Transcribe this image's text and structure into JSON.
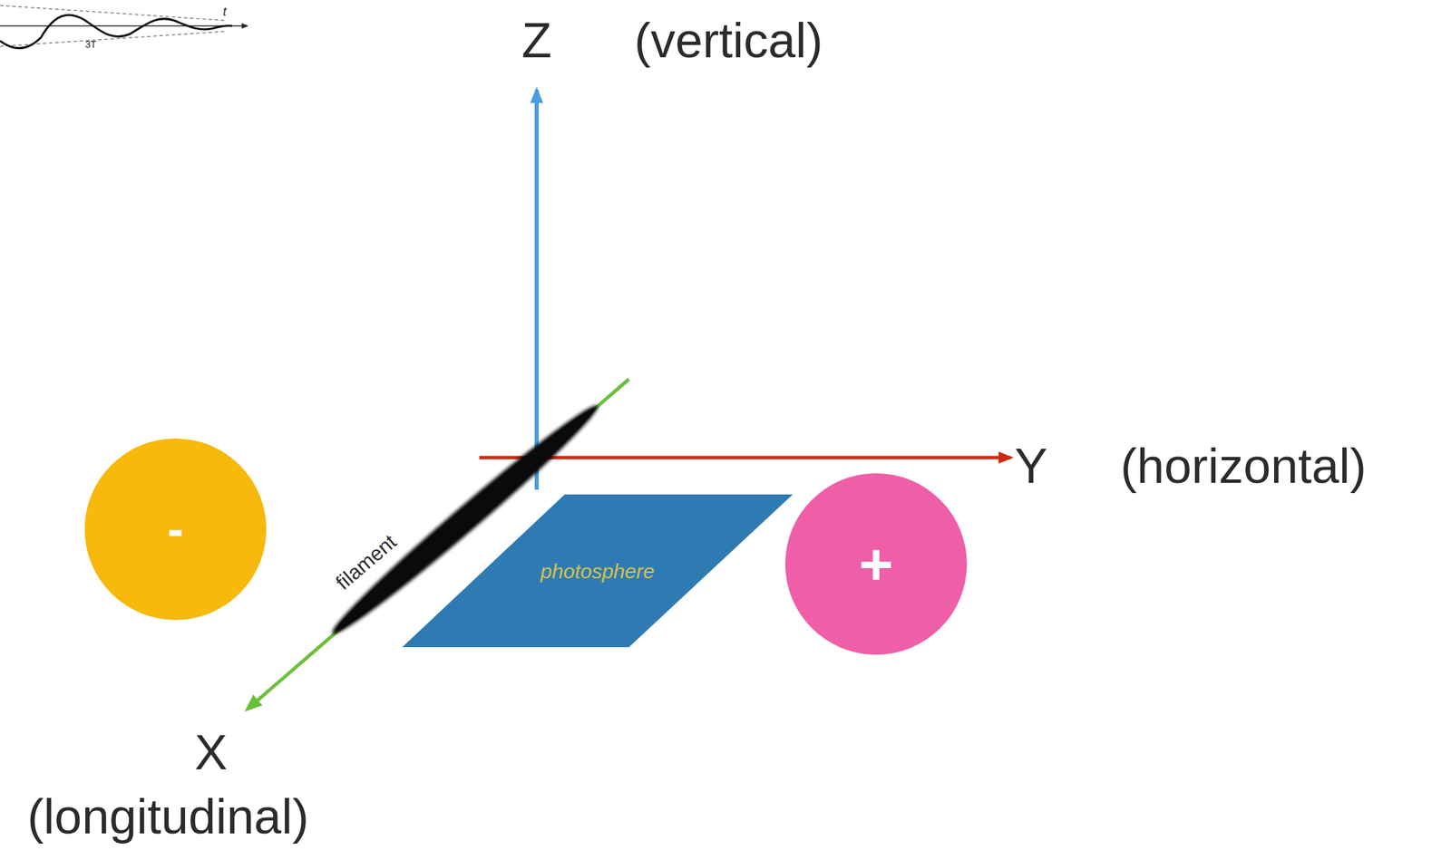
{
  "diagram": {
    "nodes": [
      {
        "text": [
          "-"
        ]
      },
      {
        "text": [
          "photosphere"
        ]
      },
      {
        "text": [
          "+"
        ]
      }
    ],
    "labels": [
      "t",
      "3T",
      "Z",
      "(vertical)",
      "Y",
      "(horizontal)",
      "X",
      "(longitudinal)",
      "filament"
    ]
  }
}
